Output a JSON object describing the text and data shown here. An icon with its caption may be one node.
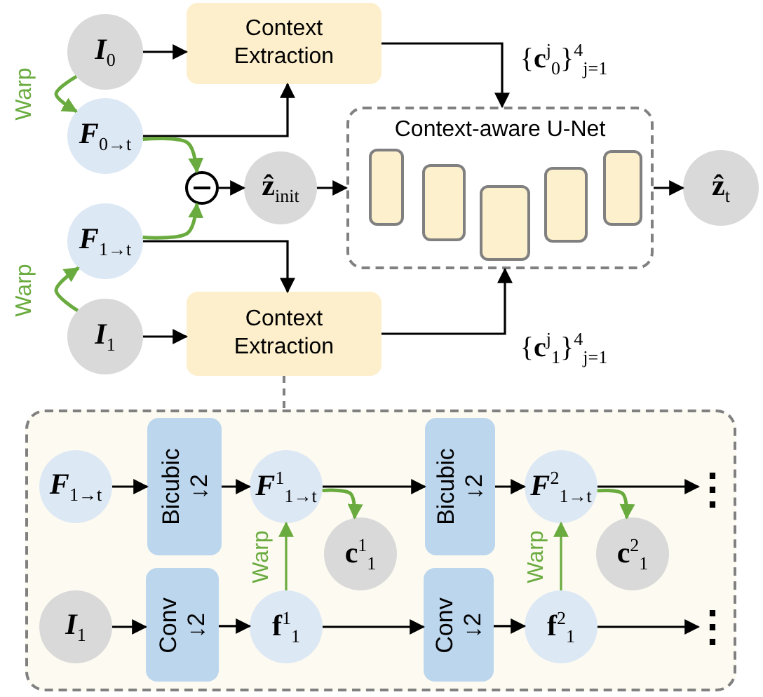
{
  "diagram": {
    "nodes": [
      {
        "text": [
          "*I*$_{0}$"
        ]
      },
      {
        "text": [
          "Context Extraction"
        ]
      },
      {
        "text": [
          "*F*$_{0→t}$"
        ]
      },
      {
        "text": [],
        "shape": "circle"
      },
      {
        "text": [
          "**ẑ**$_{init}$"
        ]
      },
      {
        "text": [
          "Context-aware U-Net"
        ]
      },
      {
        "text": [],
        "shape": "box",
        "in": 5
      },
      {
        "text": [],
        "shape": "box",
        "in": 5
      },
      {
        "text": [],
        "shape": "box",
        "in": 5
      },
      {
        "text": [],
        "shape": "box",
        "in": 5
      },
      {
        "text": [],
        "shape": "box",
        "in": 5
      },
      {
        "text": [
          "**ẑ**$_{t}$"
        ]
      },
      {
        "text": [
          "*F*$_{1→t}$"
        ]
      },
      {
        "text": [
          "*I*$_{1}$"
        ]
      },
      {
        "text": [
          "Context Extraction"
        ]
      },
      {
        "text": [],
        "shape": "box"
      },
      {
        "text": [
          "*F*$_{1→t}$"
        ],
        "in": 15
      },
      {
        "text": [
          "Bicubic ↓2"
        ],
        "in": 15
      },
      {
        "text": [
          "*F*$^{1}$$_{1→t}$"
        ],
        "in": 15
      },
      {
        "text": [
          "**c**$^{1}$$_{1}$"
        ],
        "in": 15
      },
      {
        "text": [
          "Bicubic ↓2"
        ],
        "in": 15
      },
      {
        "text": [
          "*F*$^{2}$$_{1→t}$"
        ],
        "in": 15
      },
      {
        "text": [
          "**c**$^{2}$$_{1}$"
        ],
        "in": 15
      },
      {
        "text": [
          "⋮"
        ],
        "in": 15
      },
      {
        "text": [
          "*I*$_{1}$"
        ],
        "in": 15
      },
      {
        "text": [
          "Conv ↓2"
        ],
        "in": 15
      },
      {
        "text": [
          "**f**$^{1}$$_{1}$"
        ],
        "in": 15
      },
      {
        "text": [
          "Conv ↓2"
        ],
        "in": 15
      },
      {
        "text": [
          "**f**$^{2}$$_{1}$"
        ],
        "in": 15
      },
      {
        "text": [
          "⋮"
        ],
        "in": 15
      }
    ],
    "edges": [
      {
        "from": 0,
        "to": 1,
        "arrow": "to"
      },
      {
        "from": 2,
        "to": 1,
        "arrow": "to"
      },
      {
        "from": 0,
        "to": 2,
        "arrow": "to",
        "label": "Warp",
        "color": "#6aab3f"
      },
      {
        "from": 2,
        "to": 3,
        "arrow": "to",
        "color": "#6aab3f"
      },
      {
        "from": 12,
        "to": 3,
        "arrow": "to",
        "color": "#6aab3f"
      },
      {
        "from": 3,
        "to": 4,
        "arrow": "to"
      },
      {
        "from": 4,
        "to": 5,
        "arrow": "to"
      },
      {
        "from": 1,
        "to": 5,
        "arrow": "to",
        "label": "{**c**$^{j}$$_{0}$}$^{4}$$_{j=1}$"
      },
      {
        "from": 12,
        "to": 14,
        "arrow": "to"
      },
      {
        "from": 13,
        "to": 12,
        "arrow": "to",
        "label": "Warp",
        "color": "#6aab3f"
      },
      {
        "from": 13,
        "to": 14,
        "arrow": "to"
      },
      {
        "from": 14,
        "to": 5,
        "arrow": "to",
        "label": "{**c**$^{j}$$_{1}$}$^{4}$$_{j=1}$"
      },
      {
        "from": 5,
        "to": 11,
        "arrow": "to"
      },
      {
        "from": 14,
        "to": 15,
        "arrow": "none",
        "style": "dashed",
        "color": "#808080"
      },
      {
        "from": 16,
        "to": 17,
        "arrow": "to"
      },
      {
        "from": 17,
        "to": 18,
        "arrow": "to"
      },
      {
        "from": 18,
        "to": 20,
        "arrow": "to"
      },
      {
        "from": 20,
        "to": 21,
        "arrow": "to"
      },
      {
        "from": 21,
        "to": 23,
        "arrow": "to"
      },
      {
        "from": 18,
        "to": 19,
        "arrow": "to",
        "color": "#6aab3f"
      },
      {
        "from": 21,
        "to": 22,
        "arrow": "to",
        "color": "#6aab3f"
      },
      {
        "from": 24,
        "to": 25,
        "arrow": "to"
      },
      {
        "from": 25,
        "to": 26,
        "arrow": "to"
      },
      {
        "from": 26,
        "to": 27,
        "arrow": "to"
      },
      {
        "from": 27,
        "to": 28,
        "arrow": "to"
      },
      {
        "from": 28,
        "to": 29,
        "arrow": "to"
      },
      {
        "from": 26,
        "to": 18,
        "arrow": "to",
        "label": "Warp",
        "color": "#6aab3f"
      },
      {
        "from": 28,
        "to": 21,
        "arrow": "to",
        "label": "Warp",
        "color": "#6aab3f"
      }
    ]
  }
}
